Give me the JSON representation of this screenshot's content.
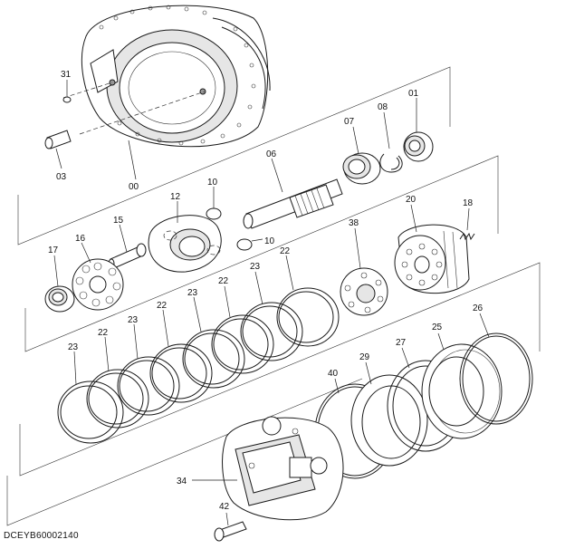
{
  "document_code": "DCEYB60002140",
  "part_labels": [
    "31",
    "03",
    "00",
    "07",
    "08",
    "01",
    "06",
    "10",
    "12",
    "15",
    "10",
    "17",
    "16",
    "20",
    "18",
    "38",
    "22",
    "23",
    "22",
    "23",
    "22",
    "23",
    "22",
    "23",
    "40",
    "29",
    "27",
    "25",
    "26",
    "34",
    "42"
  ]
}
